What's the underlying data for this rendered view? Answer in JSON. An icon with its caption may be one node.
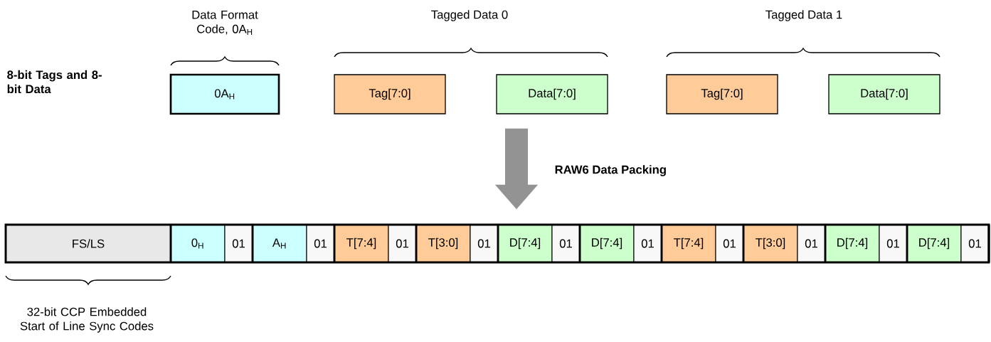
{
  "diagram": {
    "nodes": [
      {
        "text": [
          "0A$_{H}$"
        ]
      },
      {
        "text": [
          "Tag[7:0]"
        ]
      },
      {
        "text": [
          "Data[7:0]"
        ]
      },
      {
        "text": [
          "Tag[7:0]"
        ]
      },
      {
        "text": [
          "Data[7:0]"
        ]
      },
      {
        "text": [
          "FS/LS"
        ]
      },
      {
        "text": [
          "0$_{H}$"
        ]
      },
      {
        "text": [
          "01"
        ]
      },
      {
        "text": [
          "A$_{H}$"
        ]
      },
      {
        "text": [
          "01"
        ]
      },
      {
        "text": [
          "T[7:4]"
        ]
      },
      {
        "text": [
          "01"
        ]
      },
      {
        "text": [
          "T[3:0]"
        ]
      },
      {
        "text": [
          "01"
        ]
      },
      {
        "text": [
          "D[7:4]"
        ]
      },
      {
        "text": [
          "01"
        ]
      },
      {
        "text": [
          "D[7:4]"
        ]
      },
      {
        "text": [
          "01"
        ]
      },
      {
        "text": [
          "T[7:4]"
        ]
      },
      {
        "text": [
          "01"
        ]
      },
      {
        "text": [
          "T[3:0]"
        ]
      },
      {
        "text": [
          "01"
        ]
      },
      {
        "text": [
          "D[7:4]"
        ]
      },
      {
        "text": [
          "01"
        ]
      },
      {
        "text": [
          "D[7:4]"
        ]
      },
      {
        "text": [
          "01"
        ]
      }
    ],
    "edges": [
      {
        "from": 2,
        "to": 14,
        "arrow": "to",
        "label": "RAW6 Data Packing"
      }
    ],
    "labels": [
      "Data Format Code, 0A$_{H}$",
      "Tagged Data 0",
      "Tagged Data 1",
      "8-bit Tags and 8-bit Data",
      "32-bit CCP Embedded Start of Line Sync Codes"
    ]
  }
}
